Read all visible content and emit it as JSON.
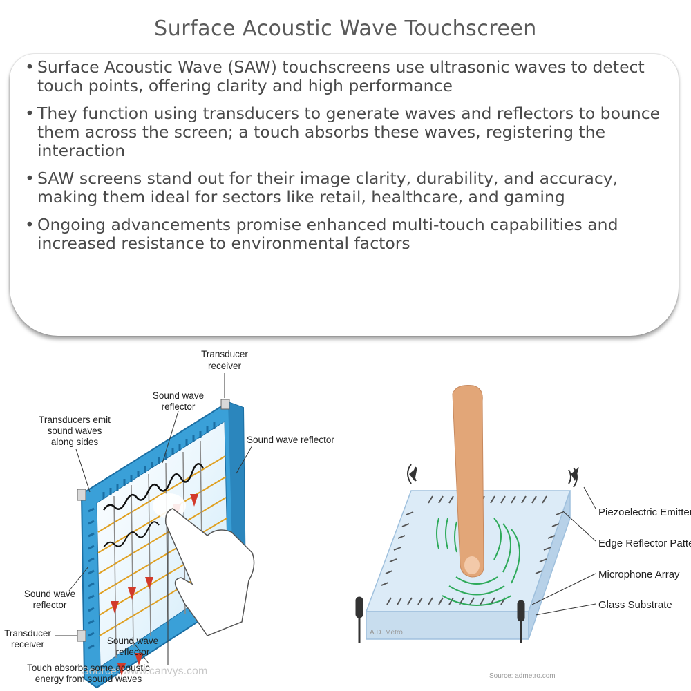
{
  "title": "Surface Acoustic Wave Touchscreen",
  "bullets": [
    "Surface Acoustic Wave (SAW) touchscreens use ultrasonic waves to detect touch points, offering clarity and high performance",
    "They function using transducers to generate waves and reflectors to bounce them across the screen; a touch absorbs these waves, registering the interaction",
    "SAW screens stand out for their image clarity, durability, and accuracy, making them ideal for sectors like retail, healthcare, and gaming",
    "Ongoing advancements promise enhanced multi-touch capabilities and increased resistance to environmental factors"
  ],
  "left_figure": {
    "labels": {
      "transducer_receiver_top_1": "Transducer",
      "transducer_receiver_top_2": "receiver",
      "reflector_top_1": "Sound wave",
      "reflector_top_2": "reflector",
      "emit_1": "Transducers emit",
      "emit_2": "sound waves",
      "emit_3": "along sides",
      "reflector_right": "Sound wave reflector",
      "reflector_left_1": "Sound wave",
      "reflector_left_2": "reflector",
      "transducer_receiver_bottom_1": "Transducer",
      "transducer_receiver_bottom_2": "receiver",
      "reflector_bottom_1": "Sound wave",
      "reflector_bottom_2": "reflector",
      "touch_1": "Touch absorbs some acoustic",
      "touch_2": "energy from sound waves"
    },
    "source": "Source: www.canvys.com"
  },
  "right_figure": {
    "labels": {
      "emitters": "Piezoelectric Emitters",
      "edge": "Edge Reflector Pattern",
      "mic": "Microphone Array",
      "glass": "Glass Substrate"
    },
    "watermark": "A.D. Metro",
    "source": "Source: admetro.com"
  },
  "colors": {
    "panel_blue": "#3aa0d8",
    "wave_green": "#2eaa5a",
    "arrow_red": "#d23a2a",
    "arrow_yellow": "#e0a020"
  }
}
